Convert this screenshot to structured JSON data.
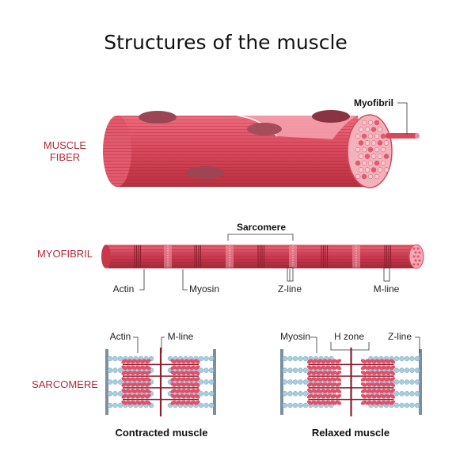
{
  "title": "Structures of the muscle",
  "sections": {
    "muscle_fiber_line1": "MUSCLE",
    "muscle_fiber_line2": "FIBER",
    "myofibril": "MYOFIBRIL",
    "sarcomere": "SARCOMERE"
  },
  "fiber_labels": {
    "myofibril": "Myofibril"
  },
  "myofibril_labels": {
    "sarcomere": "Sarcomere",
    "actin": "Actin",
    "myosin": "Myosin",
    "z_line": "Z-line",
    "m_line": "M-line"
  },
  "contracted": {
    "actin": "Actin",
    "m_line": "M-line",
    "caption": "Contracted muscle"
  },
  "relaxed": {
    "myosin": "Myosin",
    "h_zone": "H zone",
    "z_line": "Z-line",
    "caption": "Relaxed muscle"
  },
  "colors": {
    "muscle_red": "#d9475b",
    "muscle_pink": "#f08a99",
    "dark_red": "#8a1f2e",
    "myosin": "#e0506a",
    "actin_bead": "#a9cde0",
    "z_disc": "#7a8fa0"
  }
}
